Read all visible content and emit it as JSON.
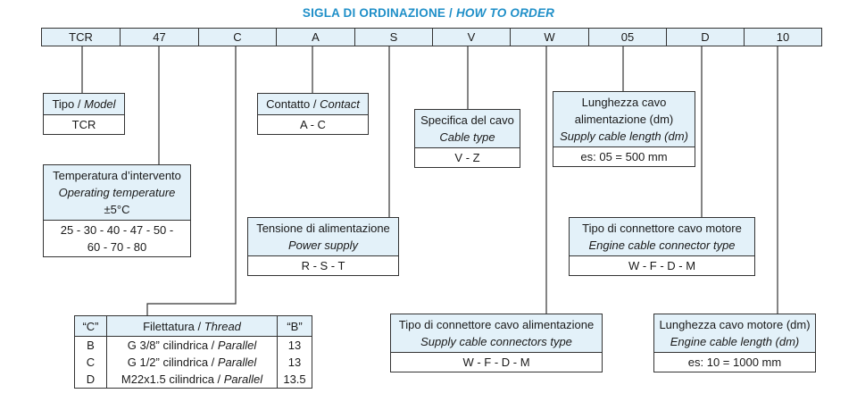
{
  "title": {
    "main": "SIGLA DI ORDINAZIONE / ",
    "italic": "HOW TO ORDER"
  },
  "code": [
    "TCR",
    "47",
    "C",
    "A",
    "S",
    "V",
    "W",
    "05",
    "D",
    "10"
  ],
  "boxes": {
    "model": {
      "label_it": "Tipo / ",
      "label_en": "Model",
      "value": "TCR"
    },
    "temperature": {
      "label_it": "Temperatura d’intervento",
      "label_en": "Operating temperature",
      "tolerance": "±5°C",
      "value_line1": "25 - 30 - 40 - 47 - 50 -",
      "value_line2": "60 - 70 - 80"
    },
    "contact": {
      "label_it": "Contatto / ",
      "label_en": "Contact",
      "value": "A - C"
    },
    "power": {
      "label_it": "Tensione di alimentazione",
      "label_en": "Power supply",
      "value": "R - S - T"
    },
    "cable": {
      "label_it": "Specifica del cavo",
      "label_en": "Cable type",
      "value": "V - Z"
    },
    "supply_length": {
      "label_it1": "Lunghezza cavo",
      "label_it2": "alimentazione (dm)",
      "label_en": "Supply cable length (dm)",
      "value": "es: 05 = 500 mm"
    },
    "supply_connector": {
      "label_it": "Tipo di connettore cavo alimentazione",
      "label_en": "Supply cable connectors type",
      "value": "W - F - D - M"
    },
    "engine_connector": {
      "label_it": "Tipo di connettore cavo motore",
      "label_en": "Engine cable connector type",
      "value": "W - F - D - M"
    },
    "engine_length": {
      "label_it": "Lunghezza cavo motore (dm)",
      "label_en": "Engine cable length (dm)",
      "value": "es: 10 = 1000 mm"
    }
  },
  "thread_table": {
    "col_c": "“C”",
    "col_thread_it": "Filettatura / ",
    "col_thread_en": "Thread",
    "col_b": "“B”",
    "rows": [
      {
        "c": "B",
        "thread_it": "G 3/8” cilindrica / ",
        "thread_en": "Parallel",
        "b": "13"
      },
      {
        "c": "C",
        "thread_it": "G 1/2” cilindrica / ",
        "thread_en": "Parallel",
        "b": "13"
      },
      {
        "c": "D",
        "thread_it": "M22x1.5 cilindrica / ",
        "thread_en": "Parallel",
        "b": "13.5"
      }
    ]
  },
  "colors": {
    "accent": "#1f8fc8",
    "header_fill": "#e3f1f9",
    "line": "#333333"
  }
}
